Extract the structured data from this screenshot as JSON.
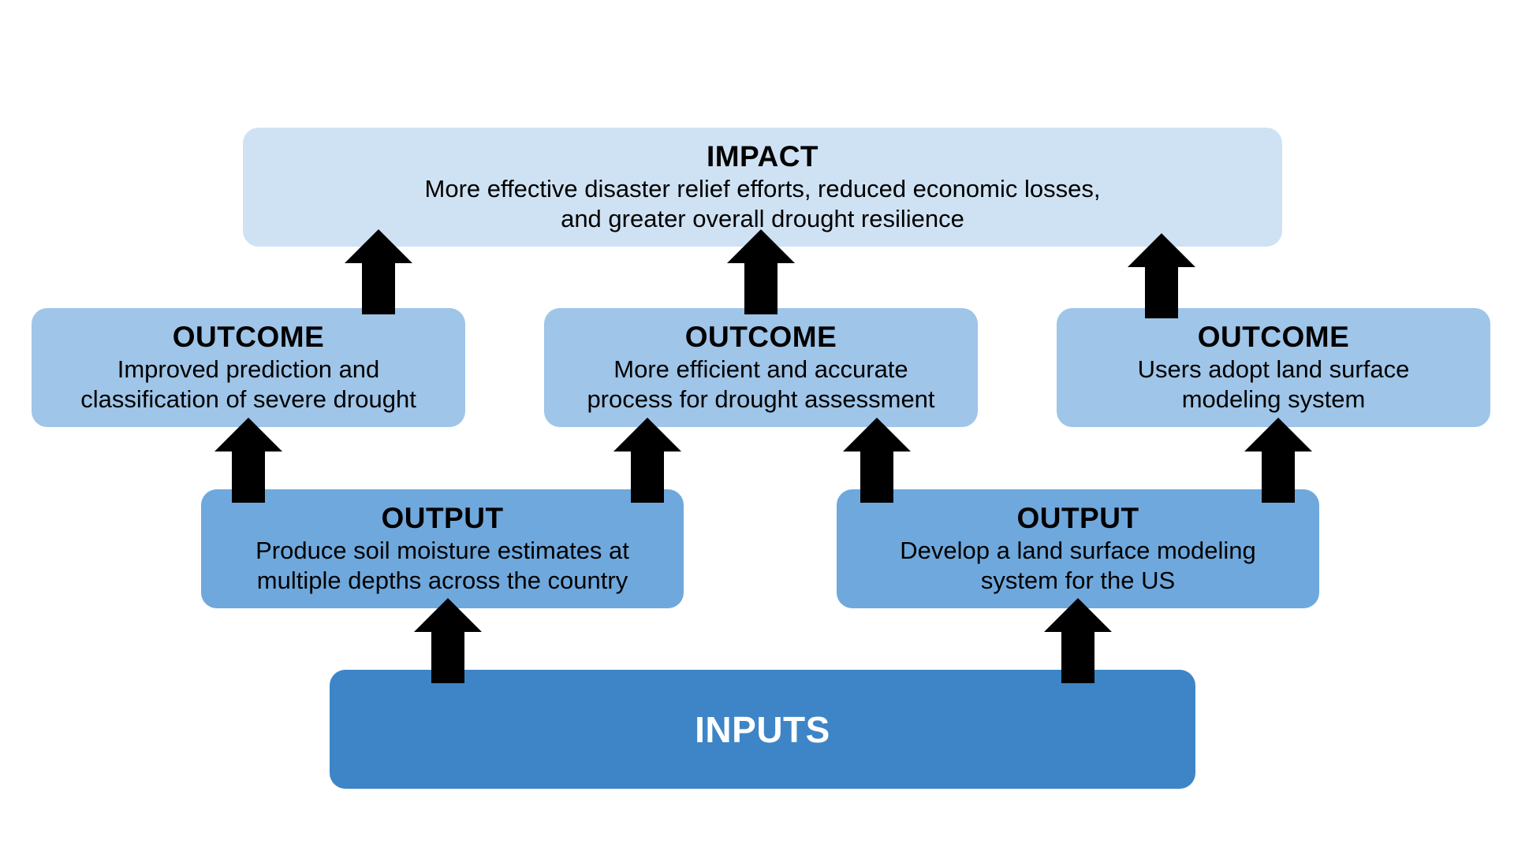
{
  "impact": {
    "heading": "IMPACT",
    "line1": "More effective disaster relief efforts, reduced economic losses,",
    "line2": "and greater overall drought resilience"
  },
  "outcomes": [
    {
      "heading": "OUTCOME",
      "line1": "Improved prediction and",
      "line2": "classification of severe drought"
    },
    {
      "heading": "OUTCOME",
      "line1": "More efficient and accurate",
      "line2": "process for drought assessment"
    },
    {
      "heading": "OUTCOME",
      "line1": "Users adopt land surface",
      "line2": "modeling system"
    }
  ],
  "outputs": [
    {
      "heading": "OUTPUT",
      "line1": "Produce soil moisture estimates at",
      "line2": "multiple depths across the country"
    },
    {
      "heading": "OUTPUT",
      "line1": "Develop a land surface modeling",
      "line2": "system for the US"
    }
  ],
  "inputs": {
    "heading": "INPUTS"
  },
  "colors": {
    "impact": "#cfe2f3",
    "outcome": "#9fc5e8",
    "output": "#6fa8dc",
    "inputs": "#3d85c6",
    "arrow": "#000000"
  }
}
